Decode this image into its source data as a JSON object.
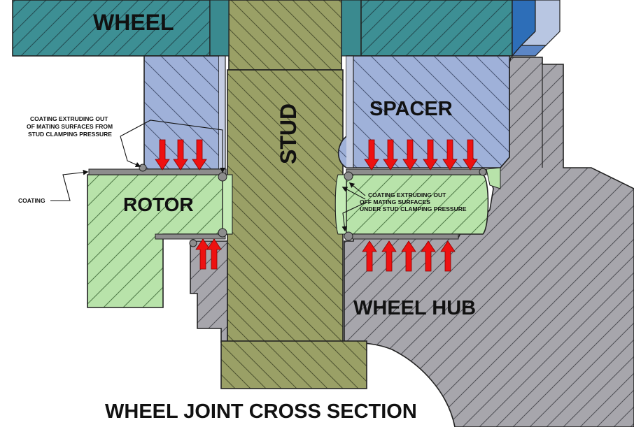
{
  "labels": {
    "wheel": "WHEEL",
    "stud": "STUD",
    "spacer": "SPACER",
    "rotor": "ROTOR",
    "wheel_hub": "WHEEL HUB",
    "coating": "COATING",
    "note_left": [
      "COATING EXTRUDING OUT",
      "OF MATING SURFACES FROM",
      "STUD CLAMPING PRESSURE"
    ],
    "note_right": [
      "COATING EXTRUDING OUT",
      "OFF MATING SURFACES",
      "UNDER STUD CLAMPING PRESSURE"
    ]
  },
  "title": "WHEEL JOINT CROSS SECTION",
  "colors": {
    "wheel": "#3d8f94",
    "spacer": "#9eb0d8",
    "rotor": "#b6e2a8",
    "hub": "#a6a5ab",
    "stud": "#9aa065",
    "coating": "#8c8c8c",
    "arrow": "#ee1111",
    "wheel_edge": "#2b6fb8"
  }
}
